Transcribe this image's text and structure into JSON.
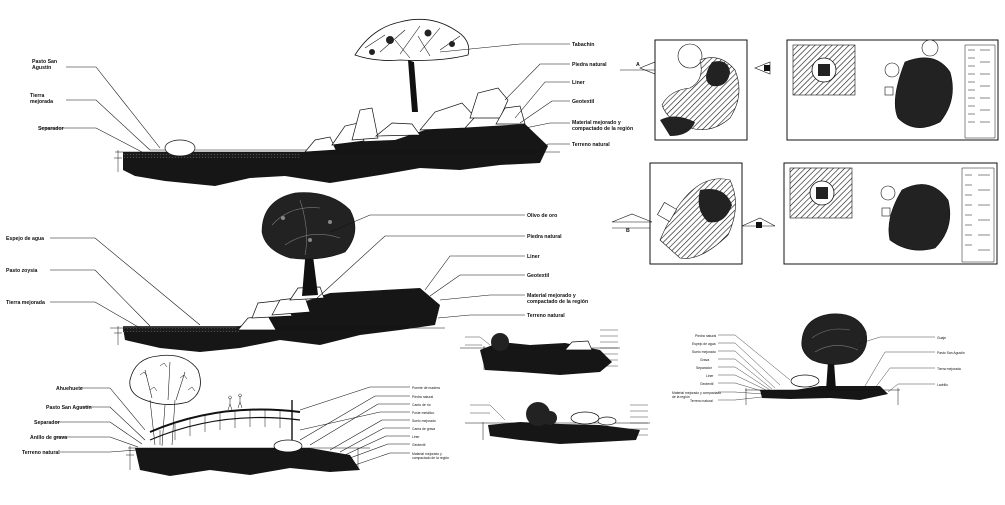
{
  "section_1": {
    "labels_left": [
      "Pasto San\nAgustín",
      "Tierra\nmejorada",
      "Separador"
    ],
    "labels_right": [
      "Tabachín",
      "Piedra natural",
      "Liner",
      "Geotextil",
      "Material mejorado y\ncompactado de la región",
      "Terreno natural"
    ]
  },
  "section_2": {
    "labels_left": [
      "Espejo de agua",
      "Pasto zoysia",
      "Tierra mejorada"
    ],
    "labels_right": [
      "Olivo de oro",
      "Piedra natural",
      "Liner",
      "Geotextil",
      "Material mejorado y\ncompactado de la región",
      "Terreno natural"
    ]
  },
  "section_3": {
    "labels_left": [
      "Ahuehuete",
      "Pasto San Agustín",
      "Separador",
      "Anillo de grava",
      "Terreno natural"
    ],
    "labels_right": [
      "Puente de madera",
      "Piedra natural",
      "Canto de río",
      "Poste metálico",
      "Suelo mejorado",
      "Cama de grava",
      "Liner",
      "Geotextil",
      "Material mejorado y\ncompactado de la región"
    ]
  },
  "section_6": {
    "labels_left": [
      "Piedra natural",
      "Espejo de agua",
      "Suelo mejorado",
      "Grava",
      "Separador",
      "Liner",
      "Geotextil",
      "Material mejorado y compactado\nde la región",
      "Terreno natural"
    ],
    "labels_right": [
      "Guaje",
      "Pasto San Agustín",
      "Tierra mejorada",
      "Ladrillo"
    ]
  },
  "plans": {
    "marker_a": "A",
    "marker_b": "B"
  }
}
